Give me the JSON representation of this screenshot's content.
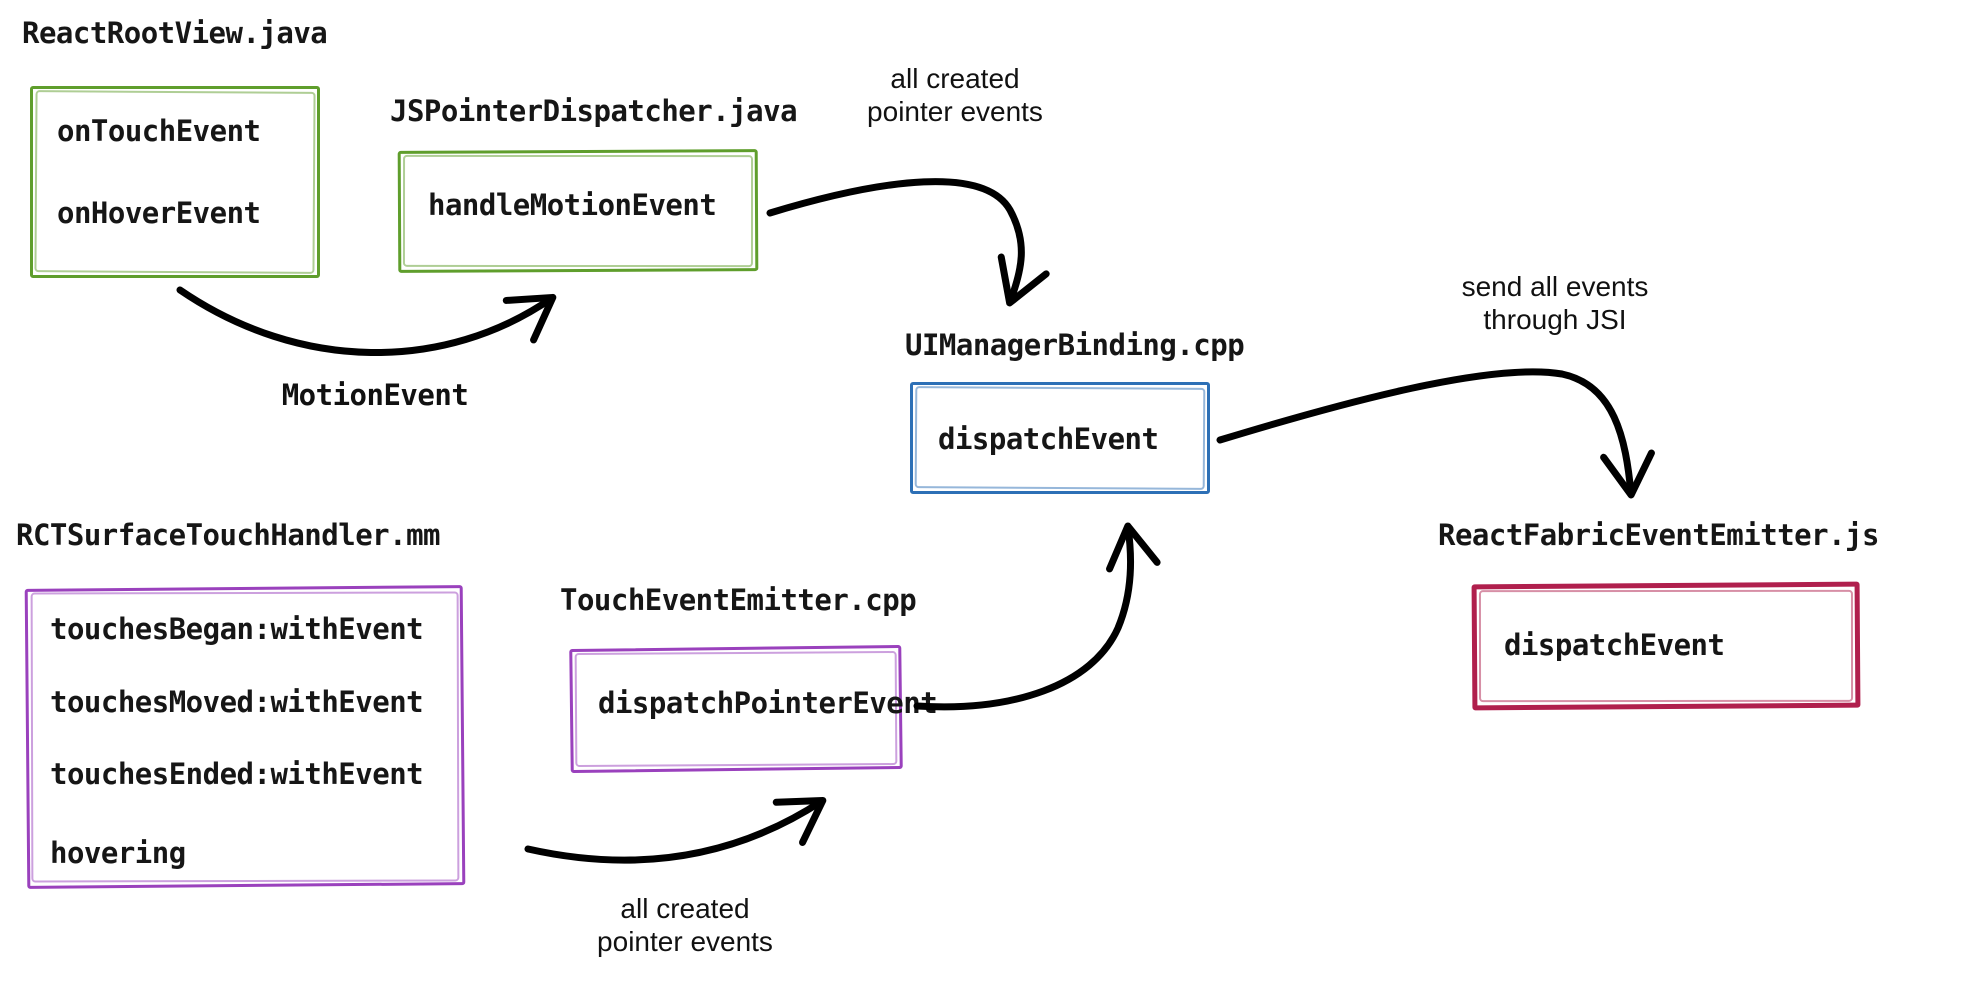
{
  "colors": {
    "android_green": "#5f9e2c",
    "core_blue": "#2d70b6",
    "ios_purple": "#9a41bd",
    "js_crimson": "#b01f4d",
    "arrow_black": "#000000"
  },
  "nodes": {
    "react_root_view": {
      "file": "ReactRootView.java",
      "methods": [
        "onTouchEvent",
        "onHoverEvent"
      ]
    },
    "js_pointer_dispatcher": {
      "file": "JSPointerDispatcher.java",
      "methods": [
        "handleMotionEvent"
      ]
    },
    "ui_manager_binding": {
      "file": "UIManagerBinding.cpp",
      "methods": [
        "dispatchEvent"
      ]
    },
    "react_fabric_event_emitter": {
      "file": "ReactFabricEventEmitter.js",
      "methods": [
        "dispatchEvent"
      ]
    },
    "rct_surface_touch_handler": {
      "file": "RCTSurfaceTouchHandler.mm",
      "methods": [
        "touchesBegan:withEvent",
        "touchesMoved:withEvent",
        "touchesEnded:withEvent",
        "hovering"
      ]
    },
    "touch_event_emitter": {
      "file": "TouchEventEmitter.cpp",
      "methods": [
        "dispatchPointerEvent"
      ]
    }
  },
  "edges": {
    "motion_event": {
      "label": "MotionEvent"
    },
    "android_to_binding": {
      "label_lines": [
        "all created",
        "pointer events"
      ]
    },
    "binding_to_js": {
      "label_lines": [
        "send all events",
        "through JSI"
      ]
    },
    "ios_to_emitter": {
      "label_lines": [
        "all created",
        "pointer events"
      ]
    }
  }
}
